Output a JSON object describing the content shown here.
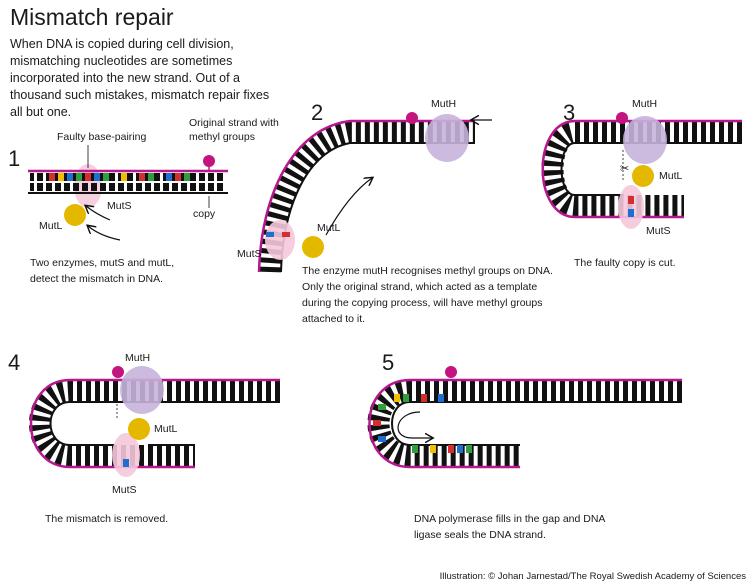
{
  "title": "Mismatch repair",
  "intro": "When DNA is copied during cell division, mismatching nucleotides are sometimes incorporated into the new strand. Out of a thousand such mistakes, mismatch repair fixes all but one.",
  "steps": [
    {
      "number": "1",
      "caption": "Two enzymes, mutS and mutL, detect the mismatch in DNA.",
      "labels": {
        "faulty": "Faulty base-pairing",
        "original": "Original strand with methyl groups",
        "copy": "copy",
        "muts": "MutS",
        "mutl": "MutL"
      }
    },
    {
      "number": "2",
      "caption": "The enzyme mutH recognises methyl groups on DNA. Only the original strand, which acted as a template during the copying process, will have methyl groups attached to it.",
      "labels": {
        "muth": "MutH",
        "mutl": "MutL",
        "muts": "MutS"
      }
    },
    {
      "number": "3",
      "caption": "The faulty copy is cut.",
      "labels": {
        "muth": "MutH",
        "mutl": "MutL",
        "muts": "MutS"
      }
    },
    {
      "number": "4",
      "caption": "The mismatch is removed.",
      "labels": {
        "muth": "MutH",
        "mutl": "MutL",
        "muts": "MutS"
      }
    },
    {
      "number": "5",
      "caption": "DNA polymerase fills in the gap and DNA ligase seals the DNA strand."
    }
  ],
  "credit": "Illustration: © Johan Jarnestad/The Royal Swedish Academy of Sciences",
  "colors": {
    "original_strand": "#b5178c",
    "methyl": "#c4147f",
    "muts": "#f4c8dc",
    "mutl": "#e5b800",
    "muth": "#c6b3dc",
    "bases": [
      "#d32f2f",
      "#1f6fd1",
      "#2e9e3e",
      "#f0c000"
    ]
  }
}
